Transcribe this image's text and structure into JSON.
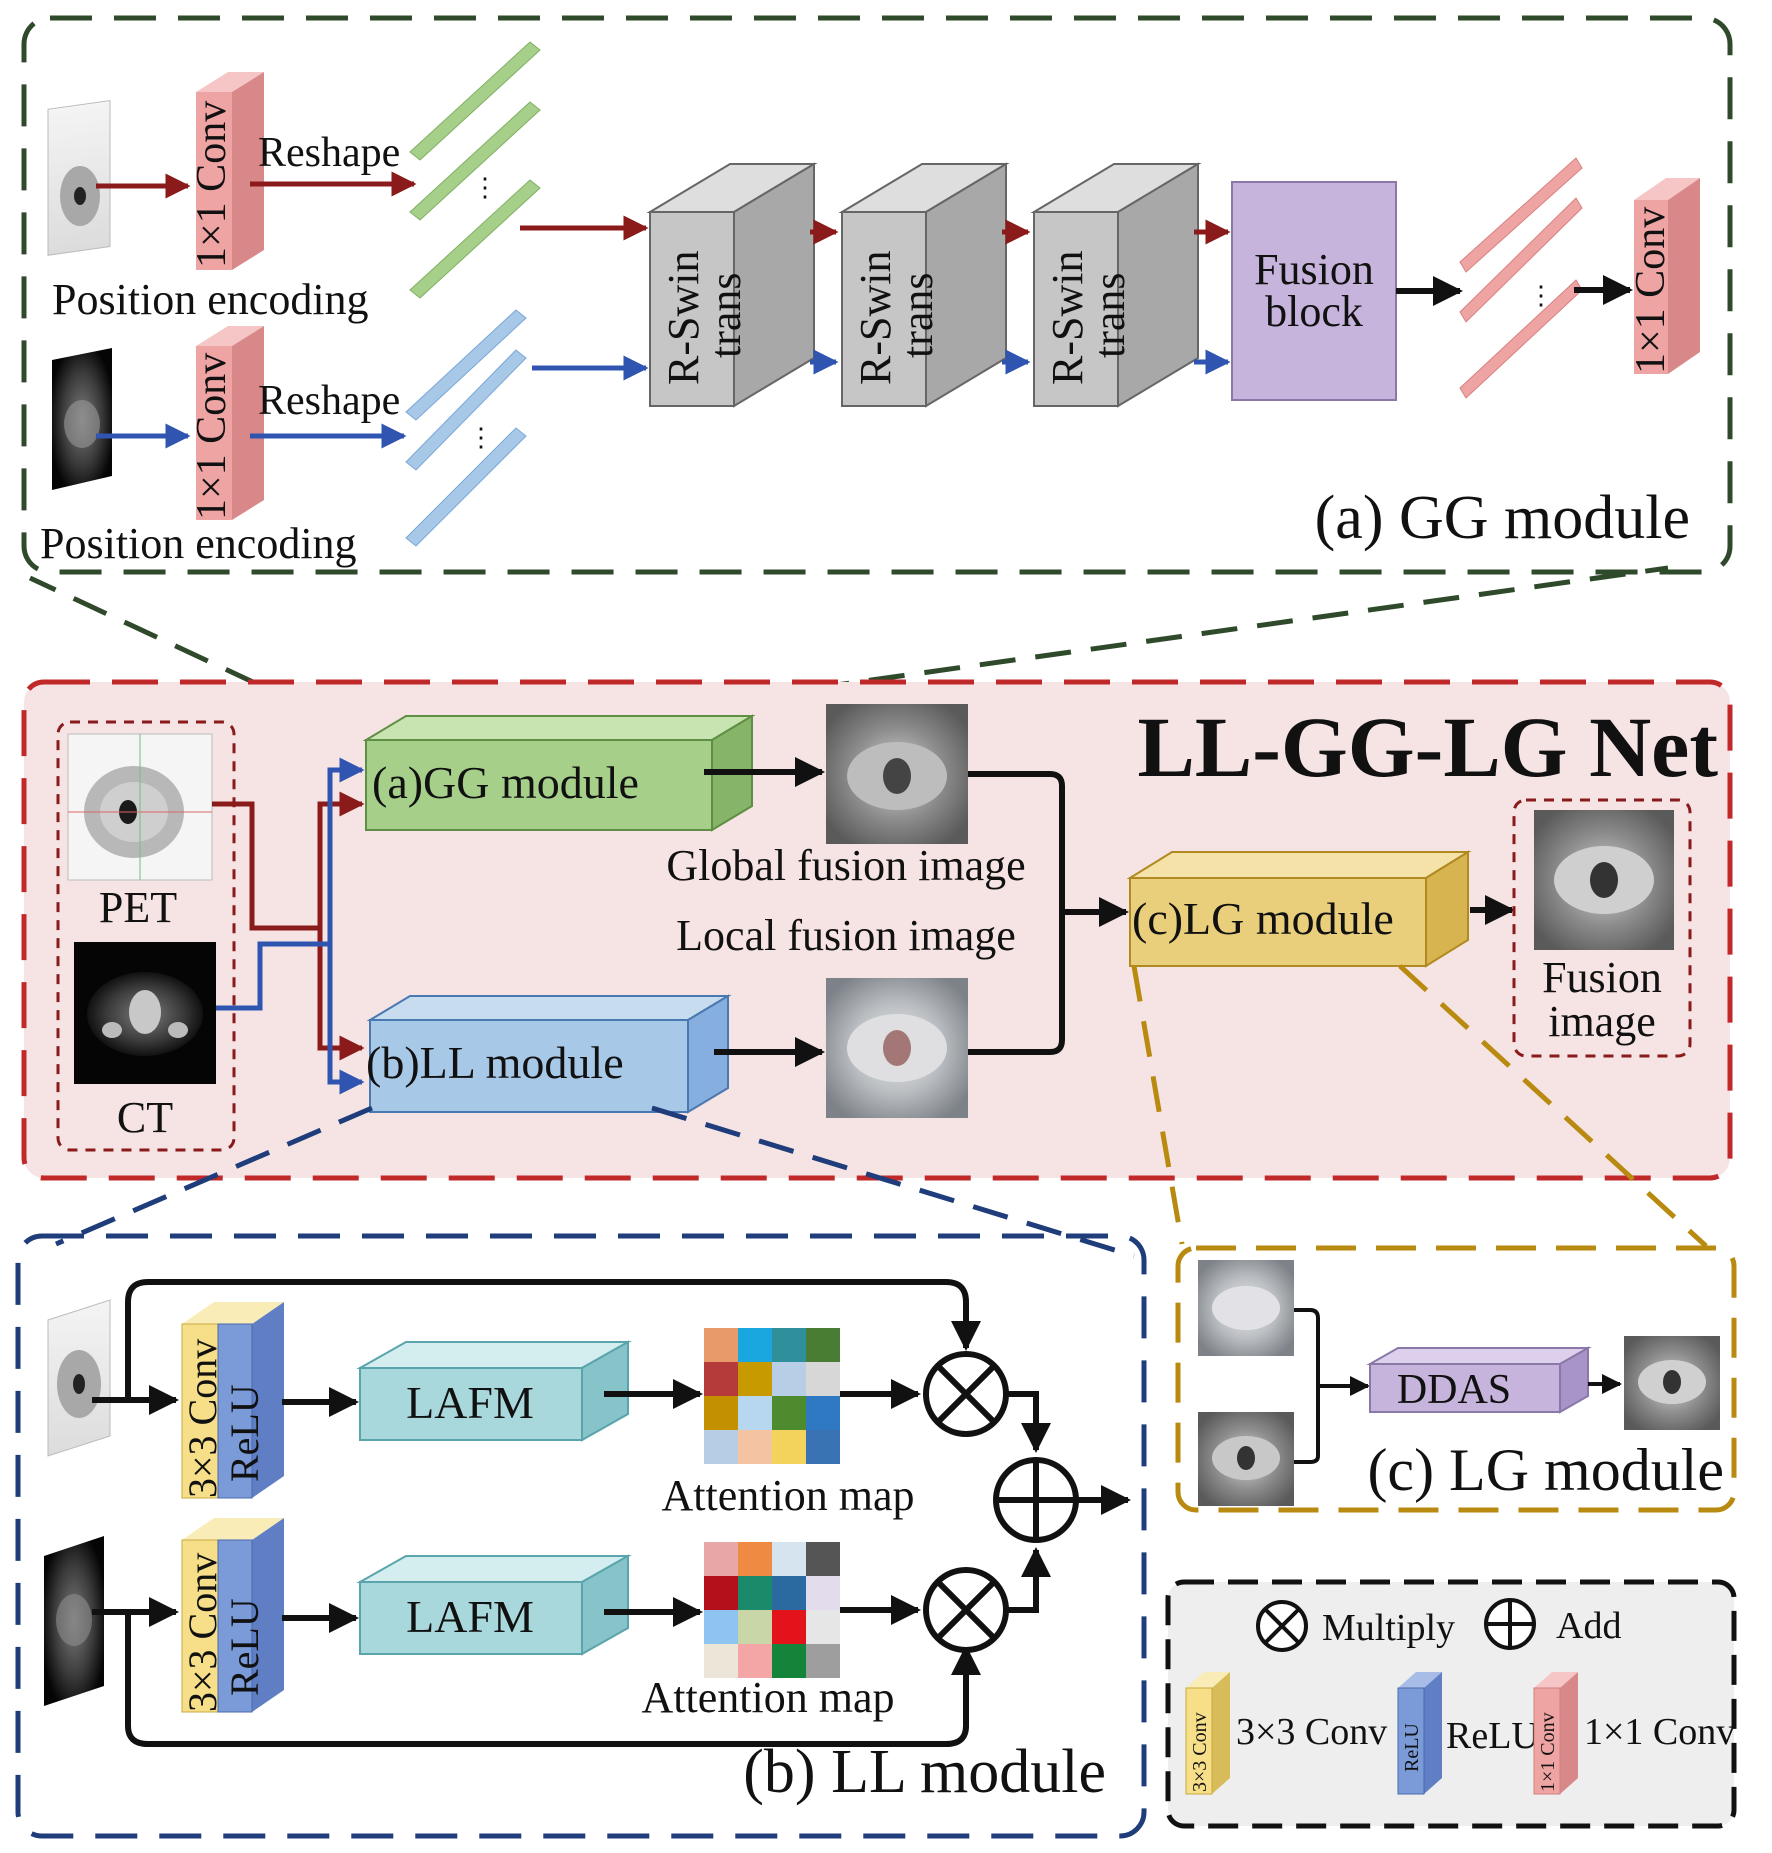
{
  "gg_module": {
    "caption": "(a) GG module",
    "pos_encoding_label_1": "Position encoding",
    "pos_encoding_label_2": "Position encoding",
    "conv_label_1": "1×1 Conv",
    "conv_label_2": "1×1 Conv",
    "reshape_label_1": "Reshape",
    "reshape_label_2": "Reshape",
    "swin_blocks": [
      {
        "line1": "R-Swin",
        "line2": "trans"
      },
      {
        "line1": "R-Swin",
        "line2": "trans"
      },
      {
        "line1": "R-Swin",
        "line2": "trans"
      }
    ],
    "fusion_block_line1": "Fusion",
    "fusion_block_line2": "block",
    "output_conv_label": "1×1 Conv",
    "ellipsis": "⋮"
  },
  "net": {
    "title": "LL-GG-LG Net",
    "pet_label": "PET",
    "ct_label": "CT",
    "gg_box_label": "(a)GG module",
    "ll_box_label": "(b)LL module",
    "lg_box_label": "(c)LG module",
    "global_fusion_label": "Global fusion image",
    "local_fusion_label": "Local fusion image",
    "fusion_image_line1": "Fusion",
    "fusion_image_line2": "image"
  },
  "ll_module": {
    "caption": "(b) LL module",
    "conv_label_1": "3×3 Conv",
    "relu_label_1": "ReLU",
    "conv_label_2": "3×3 Conv",
    "relu_label_2": "ReLU",
    "lafm_label_1": "LAFM",
    "lafm_label_2": "LAFM",
    "attention_label_1": "Attention map",
    "attention_label_2": "Attention map",
    "attention_colors_1": [
      "#e89a6a",
      "#1aa7e0",
      "#2f8f9a",
      "#4a7d34",
      "#b53a3a",
      "#c79a00",
      "#b8cde6",
      "#d7d7d7",
      "#c29000",
      "#b7d6ef",
      "#4e8a2e",
      "#2f78c2",
      "#b7cde6",
      "#f4c3a2",
      "#f3d35b",
      "#3a73b4"
    ],
    "attention_colors_2": [
      "#e8a6a6",
      "#ee8a42",
      "#d6e4f0",
      "#555555",
      "#b3101a",
      "#1a8a6a",
      "#2a6aa0",
      "#e3dced",
      "#8fc3f0",
      "#c9d7a8",
      "#e3131b",
      "#e6e6e6",
      "#ece6d8",
      "#f4a6a6",
      "#14843a",
      "#9e9e9e"
    ]
  },
  "lg_module": {
    "caption": "(c) LG module",
    "ddas_label": "DDAS"
  },
  "legend": {
    "multiply_label": "Multiply",
    "add_label": "Add",
    "conv3_swatch_label": "3×3 Conv",
    "conv3_label": "3×3 Conv",
    "relu_swatch_label": "ReLU",
    "relu_label": "ReLU",
    "conv1_swatch_label": "1×1 Conv",
    "conv1_label": "1×1 Conv"
  },
  "colors": {
    "dark_green_dash": "#2f4a2a",
    "red_dash": "#c0282a",
    "navy_dash": "#1f3d7a",
    "gold_dash": "#b88a10",
    "title_red": "#9a1f1f",
    "pet_arrow": "#8b1a1a",
    "ct_arrow": "#2f55b0",
    "net_background": "#f6e4e4",
    "legend_background": "#eeeeee",
    "conv1_fill": "#efa4a4",
    "green_fill": "#a6cf8a",
    "blue_fill": "#a8c8e8",
    "gray_fill": "#c6c6c6",
    "purple_fill": "#c6b4dc",
    "gold_fill": "#e9cf7c",
    "teal_fill": "#a9d8dc",
    "yellow_fill": "#f6df88",
    "relu_fill": "#7b9bd8"
  },
  "icons": [
    "pet-scan-thumbnail",
    "ct-scan-thumbnail",
    "fusion-image-thumbnail",
    "multiply-icon",
    "add-icon"
  ]
}
